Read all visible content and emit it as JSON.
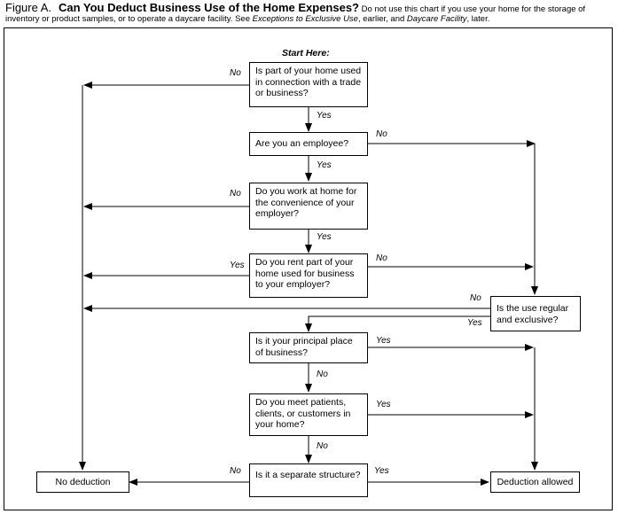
{
  "header": {
    "figure_label": "Figure A.",
    "title": "Can You Deduct Business Use of the Home Expenses?",
    "note_part1": "Do not use this chart if you use your home for the storage of inventory or product samples, or to operate a daycare facility. See ",
    "note_ref1": "Exceptions to Exclusive Use",
    "note_part2": ", earlier, and ",
    "note_ref2": "Daycare Facility",
    "note_part3": ", later."
  },
  "flowchart": {
    "start_label": "Start Here:",
    "questions": {
      "q1": "Is part of your home used in connection with a trade or business?",
      "q2": "Are you an employee?",
      "q3": "Do you work at home for the convenience of your employer?",
      "q4": "Do you rent part of your home used for business to your employer?",
      "q5": "Is the use regular and exclusive?",
      "q6": "Is it your principal place of business?",
      "q7": "Do you meet patients, clients, or customers in your home?",
      "q8": "Is it a separate structure?"
    },
    "outcomes": {
      "no_deduction": "No deduction",
      "deduction_allowed": "Deduction allowed"
    },
    "edge_labels": {
      "q1_no": "No",
      "q1_yes": "Yes",
      "q2_no": "No",
      "q2_yes": "Yes",
      "q3_no": "No",
      "q3_yes": "Yes",
      "q4_yes": "Yes",
      "q4_no": "No",
      "q5_no": "No",
      "q5_yes": "Yes",
      "q6_yes": "Yes",
      "q6_no": "No",
      "q7_yes": "Yes",
      "q7_no": "No",
      "q8_no": "No",
      "q8_yes": "Yes"
    }
  }
}
